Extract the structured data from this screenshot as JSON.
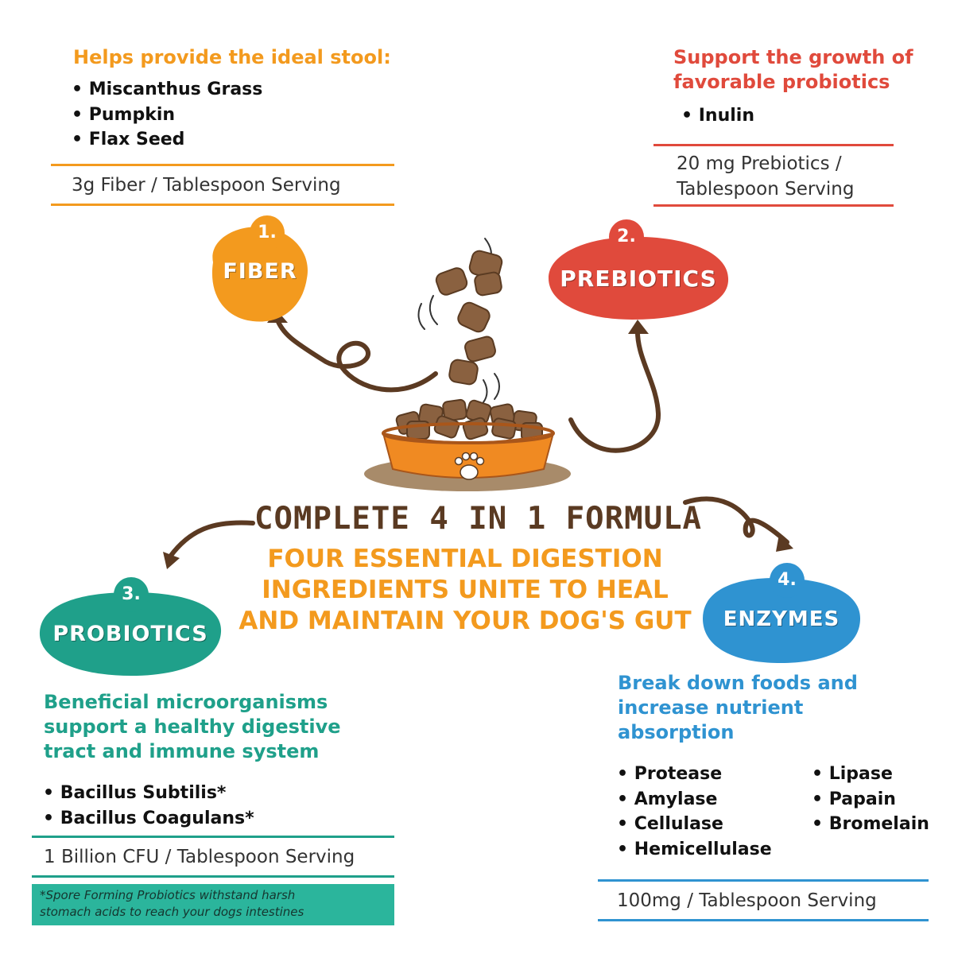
{
  "fiber": {
    "number": "1.",
    "label": "FIBER",
    "heading": "Helps provide the ideal stool:",
    "items": [
      "Miscanthus Grass",
      "Pumpkin",
      "Flax Seed"
    ],
    "serving": "3g Fiber / Tablespoon Serving",
    "color": "#f39a1e"
  },
  "prebiotics": {
    "number": "2.",
    "label": "PREBIOTICS",
    "heading_line1": "Support the growth of",
    "heading_line2": "favorable probiotics",
    "items": [
      "Inulin"
    ],
    "serving_line1": "20 mg Prebiotics /",
    "serving_line2": "Tablespoon Serving",
    "color": "#e04a3c"
  },
  "probiotics": {
    "number": "3.",
    "label": "PROBIOTICS",
    "heading_line1": "Beneficial microorganisms",
    "heading_line2": "support a healthy digestive",
    "heading_line3": "tract and immune system",
    "items": [
      "Bacillus Subtilis*",
      "Bacillus Coagulans*"
    ],
    "serving": "1 Billion CFU / Tablespoon Serving",
    "note_line1": "*Spore Forming Probiotics withstand harsh",
    "note_line2": "stomach acids to reach your dogs intestines",
    "color": "#1fa08a"
  },
  "enzymes": {
    "number": "4.",
    "label": "ENZYMES",
    "heading_line1": "Break down foods and",
    "heading_line2": "increase nutrient",
    "heading_line3": "absorption",
    "items_col1": [
      "Protease",
      "Amylase",
      "Cellulase",
      "Hemicellulase"
    ],
    "items_col2": [
      "Lipase",
      "Papain",
      "Bromelain"
    ],
    "serving": "100mg / Tablespoon Serving",
    "color": "#2f93d1"
  },
  "center": {
    "title": "COMPLETE 4 IN 1 FORMULA",
    "sub_line1": "FOUR ESSENTIAL DIGESTION",
    "sub_line2": "INGREDIENTS UNITE TO HEAL",
    "sub_line3": "AND MAINTAIN YOUR DOG'S GUT"
  }
}
